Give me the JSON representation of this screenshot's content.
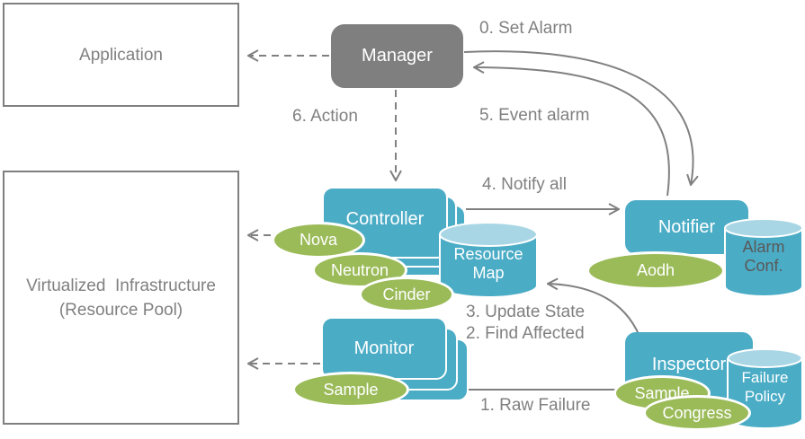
{
  "colors": {
    "teal": "#4BACC6",
    "teal_light": "#A9D6E5",
    "green": "#9BBB59",
    "manager_gray": "#7F7F7F",
    "label_gray": "#808080",
    "cylinder_dark_text": "#595959",
    "white": "#FFFFFF"
  },
  "nodes": {
    "application": {
      "label": "Application"
    },
    "virtualized_infrastructure": {
      "line1": "Virtualized  Infrastructure",
      "line2": "(Resource Pool)"
    },
    "manager": {
      "label": "Manager"
    },
    "controller": {
      "label": "Controller",
      "services": [
        "Nova",
        "Neutron",
        "Cinder"
      ]
    },
    "resource_map": {
      "line1": "Resource",
      "line2": "Map"
    },
    "notifier": {
      "label": "Notifier",
      "service": "Aodh",
      "store": {
        "line1": "Alarm",
        "line2": "Conf."
      }
    },
    "monitor": {
      "label": "Monitor",
      "service": "Sample"
    },
    "inspector": {
      "label": "Inspector",
      "services": [
        "Sample",
        "Congress"
      ],
      "store": {
        "line1": "Failure",
        "line2": "Policy"
      }
    }
  },
  "steps": {
    "set_alarm": "0. Set Alarm",
    "raw_failure": "1. Raw Failure",
    "find_affected": "2. Find Affected",
    "update_state": "3. Update State",
    "notify_all": "4. Notify all",
    "event_alarm": "5. Event alarm",
    "action": "6. Action"
  }
}
